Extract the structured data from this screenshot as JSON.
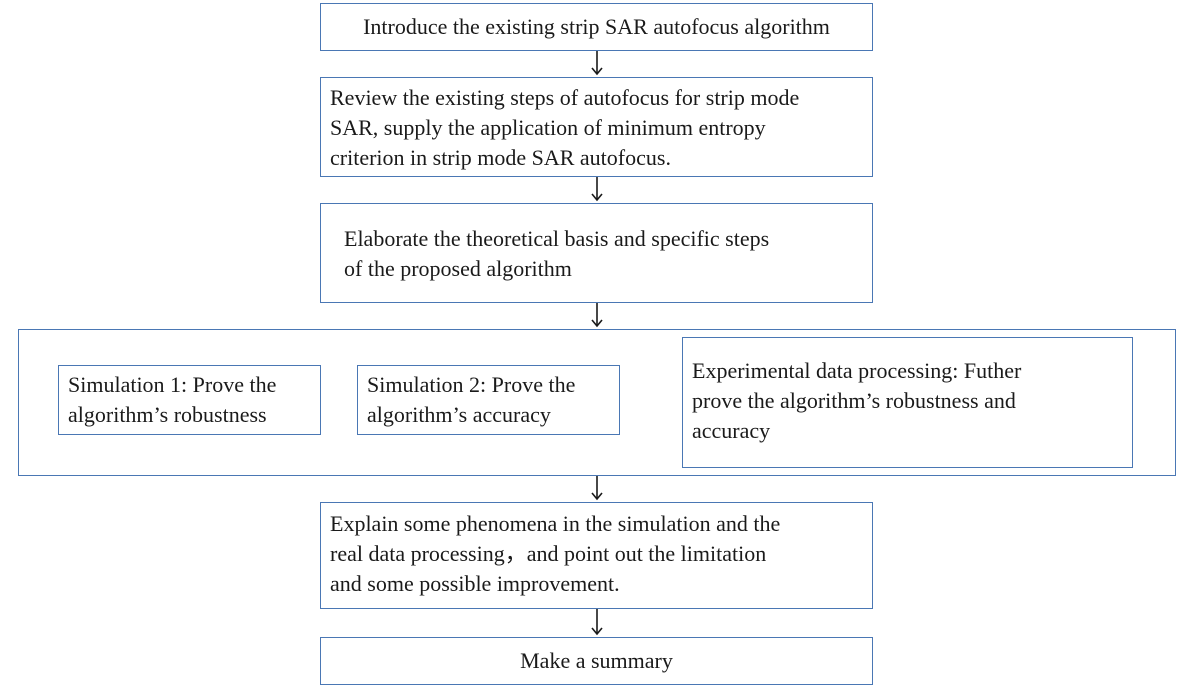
{
  "steps": {
    "step1": {
      "text": "Introduce the existing strip SAR autofocus algorithm"
    },
    "step2": {
      "lines": [
        "Review the existing steps of autofocus for strip mode",
        "SAR, supply the application of minimum entropy",
        "criterion in strip mode SAR autofocus."
      ]
    },
    "step3": {
      "lines": [
        "Elaborate the theoretical basis and specific steps",
        "of the proposed algorithm"
      ]
    },
    "group": {
      "sim1": {
        "lines": [
          "Simulation 1: Prove the",
          "algorithm’s robustness"
        ]
      },
      "sim2": {
        "lines": [
          "Simulation 2: Prove the",
          "algorithm’s accuracy"
        ]
      },
      "experiment": {
        "lines": [
          "Experimental data processing: Futher",
          "prove the algorithm’s robustness and",
          "accuracy"
        ]
      }
    },
    "step5": {
      "lines": [
        "Explain some phenomena in the simulation and the",
        "real data processing，and point out the limitation",
        "and some possible improvement."
      ]
    },
    "step6": {
      "text": "Make a summary"
    }
  },
  "colors": {
    "box_border": "#4a77b4",
    "arrow": "#1a1a1a",
    "text": "#1a1a1a"
  }
}
